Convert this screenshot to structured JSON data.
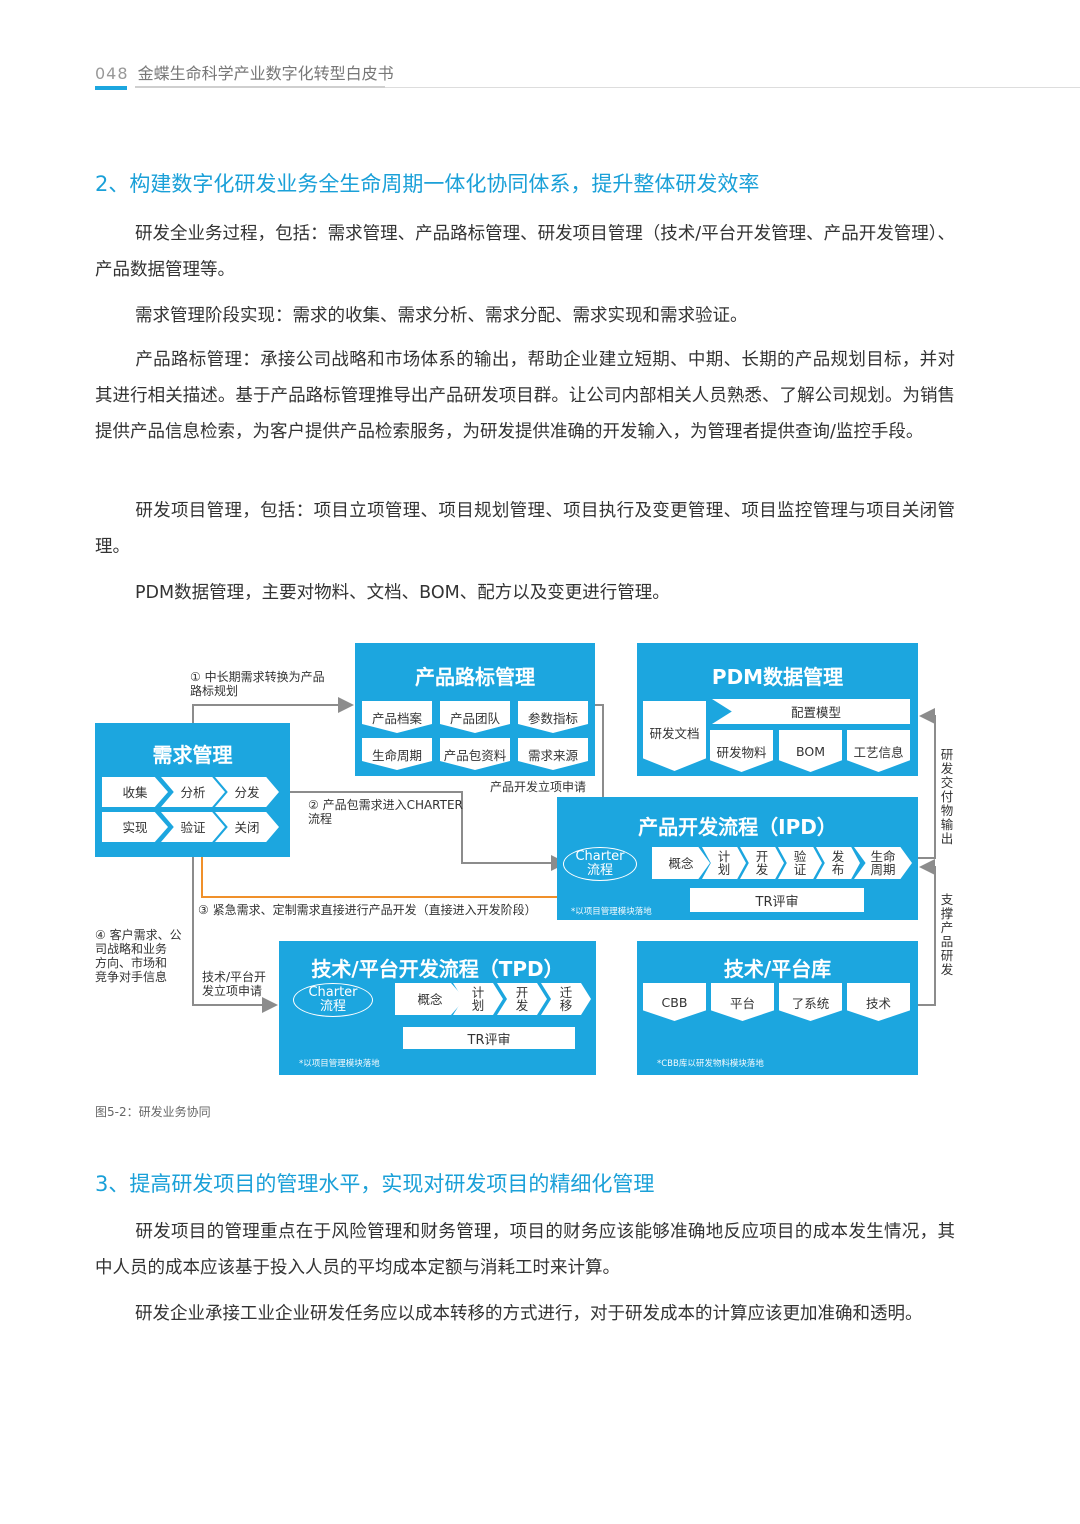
{
  "header": {
    "page_number": "048",
    "doc_title": "金蝶生命科学产业数字化转型白皮书"
  },
  "section2": {
    "heading": "2、构建数字化研发业务全生命周期一体化协同体系，提升整体研发效率",
    "paragraphs": [
      "研发全业务过程，包括：需求管理、产品路标管理、研发项目管理（技术/平台开发管理、产品开发管理）、产品数据管理等。",
      "需求管理阶段实现：需求的收集、需求分析、需求分配、需求实现和需求验证。",
      "产品路标管理：承接公司战略和市场体系的输出，帮助企业建立短期、中期、长期的产品规划目标，并对其进行相关描述。基于产品路标管理推导出产品研发项目群。让公司内部相关人员熟悉、了解公司规划。为销售提供产品信息检索，为客户提供产品检索服务，为研发提供准确的开发输入，为管理者提供查询/监控手段。",
      "研发项目管理，包括：项目立项管理、项目规划管理、项目执行及变更管理、项目监控管理与项目关闭管理。",
      "PDM数据管理，主要对物料、文档、BOM、配方以及变更进行管理。"
    ]
  },
  "diagram": {
    "demand": {
      "title": "需求管理",
      "row1": [
        "收集",
        "分析",
        "分发"
      ],
      "row2": [
        "实现",
        "验证",
        "关闭"
      ]
    },
    "roadmap": {
      "title": "产品路标管理",
      "row1": [
        "产品档案",
        "产品团队",
        "参数指标"
      ],
      "row2": [
        "生命周期",
        "产品包资料",
        "需求来源"
      ]
    },
    "pdm": {
      "title": "PDM数据管理",
      "doc": "研发文档",
      "config": "配置模型",
      "items": [
        "研发物料",
        "BOM",
        "工艺信息"
      ]
    },
    "ipd": {
      "title": "产品开发流程（IPD）",
      "charter": "Charter\n流程",
      "steps": [
        "概念",
        "计\n划",
        "开\n发",
        "验\n证",
        "发\n布",
        "生命\n周期"
      ],
      "tr": "TR评审",
      "note": "*以项目管理模块落地"
    },
    "tpd": {
      "title": "技术/平台开发流程（TPD）",
      "charter": "Charter\n流程",
      "steps": [
        "概念",
        "计\n划",
        "开\n发",
        "迁\n移"
      ],
      "tr": "TR评审",
      "note": "*以项目管理模块落地"
    },
    "tech": {
      "title": "技术/平台库",
      "items": [
        "CBB",
        "平台",
        "了系统",
        "技术"
      ],
      "note": "*CBB库以研发物料模块落地"
    },
    "labels": {
      "l1": "① 中长期需求转换为产品\n路标规划",
      "l2": "② 产品包需求进入CHARTER\n流程",
      "l3": "③ 紧急需求、定制需求直接进行产品开发（直接进入开发阶段）",
      "l4": "④ 客户需求、公\n司战略和业务\n方向、市场和\n竞争对手信息",
      "tpd_apply": "技术/平台开\n发立项申请",
      "ipd_apply": "产品开发立项申请",
      "deliver": "研发交付物输出",
      "support": "支撑产品研发"
    }
  },
  "caption": "图5-2：研发业务协同",
  "section3": {
    "heading": "3、提高研发项目的管理水平，实现对研发项目的精细化管理",
    "paragraphs": [
      "研发项目的管理重点在于风险管理和财务管理，项目的财务应该能够准确地反应项目的成本发生情况，其中人员的成本应该基于投入人员的平均成本定额与消耗工时来计算。",
      "研发企业承接工业企业研发任务应以成本转移的方式进行，对于研发成本的计算应该更加准确和透明。"
    ]
  },
  "colors": {
    "accent": "#1ca6df",
    "orange_line": "#f0902a",
    "gray_line": "#8c8c8c"
  }
}
